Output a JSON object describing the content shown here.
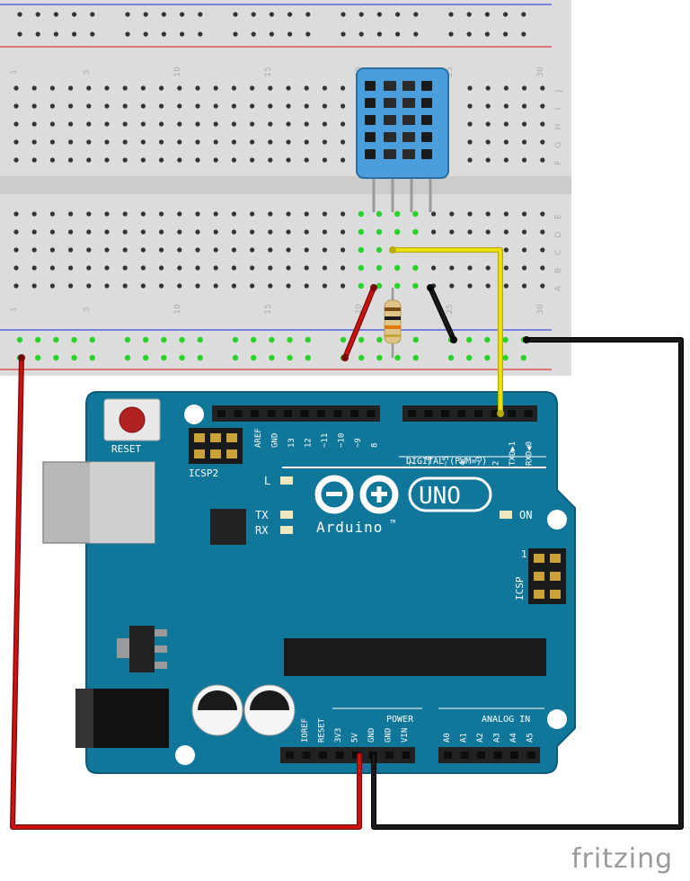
{
  "breadboard": {
    "column_numbers": [
      "1",
      "5",
      "10",
      "15",
      "20",
      "25",
      "30"
    ],
    "row_letters_top": [
      "J",
      "I",
      "H",
      "G",
      "F"
    ],
    "row_letters_bottom": [
      "E",
      "D",
      "C",
      "B",
      "A"
    ]
  },
  "board": {
    "logo_text": "Arduino",
    "model": "UNO",
    "tm": "TM",
    "reset_label": "RESET",
    "icsp2_label": "ICSP2",
    "icsp_label": "ICSP",
    "icsp_pin1": "1",
    "on_label": "ON",
    "l_label": "L",
    "tx_label": "TX",
    "rx_label": "RX",
    "digital_label": "DIGITAL (PWM=~)",
    "power_label": "POWER",
    "analog_label": "ANALOG IN",
    "top_pins": [
      "AREF",
      "GND",
      "13",
      "12",
      "~11",
      "~10",
      "~9",
      "8"
    ],
    "digital_pins": [
      "7",
      "~6",
      "~5",
      "4",
      "~3",
      "2",
      "TXD▶1",
      "RXD◀0"
    ],
    "power_pins": [
      "IOREF",
      "RESET",
      "3V3",
      "5V",
      "GND",
      "GND",
      "VIN"
    ],
    "analog_pins": [
      "A0",
      "A1",
      "A2",
      "A3",
      "A4",
      "A5"
    ]
  },
  "colors": {
    "board": "#11779A",
    "breadboard": "#DCDCDC",
    "wire_red": "#CC1111",
    "wire_yellow": "#F2E400",
    "wire_black": "#1A1A1A",
    "sensor": "#4A9EDB"
  },
  "footer": {
    "brand": "fritzing"
  }
}
